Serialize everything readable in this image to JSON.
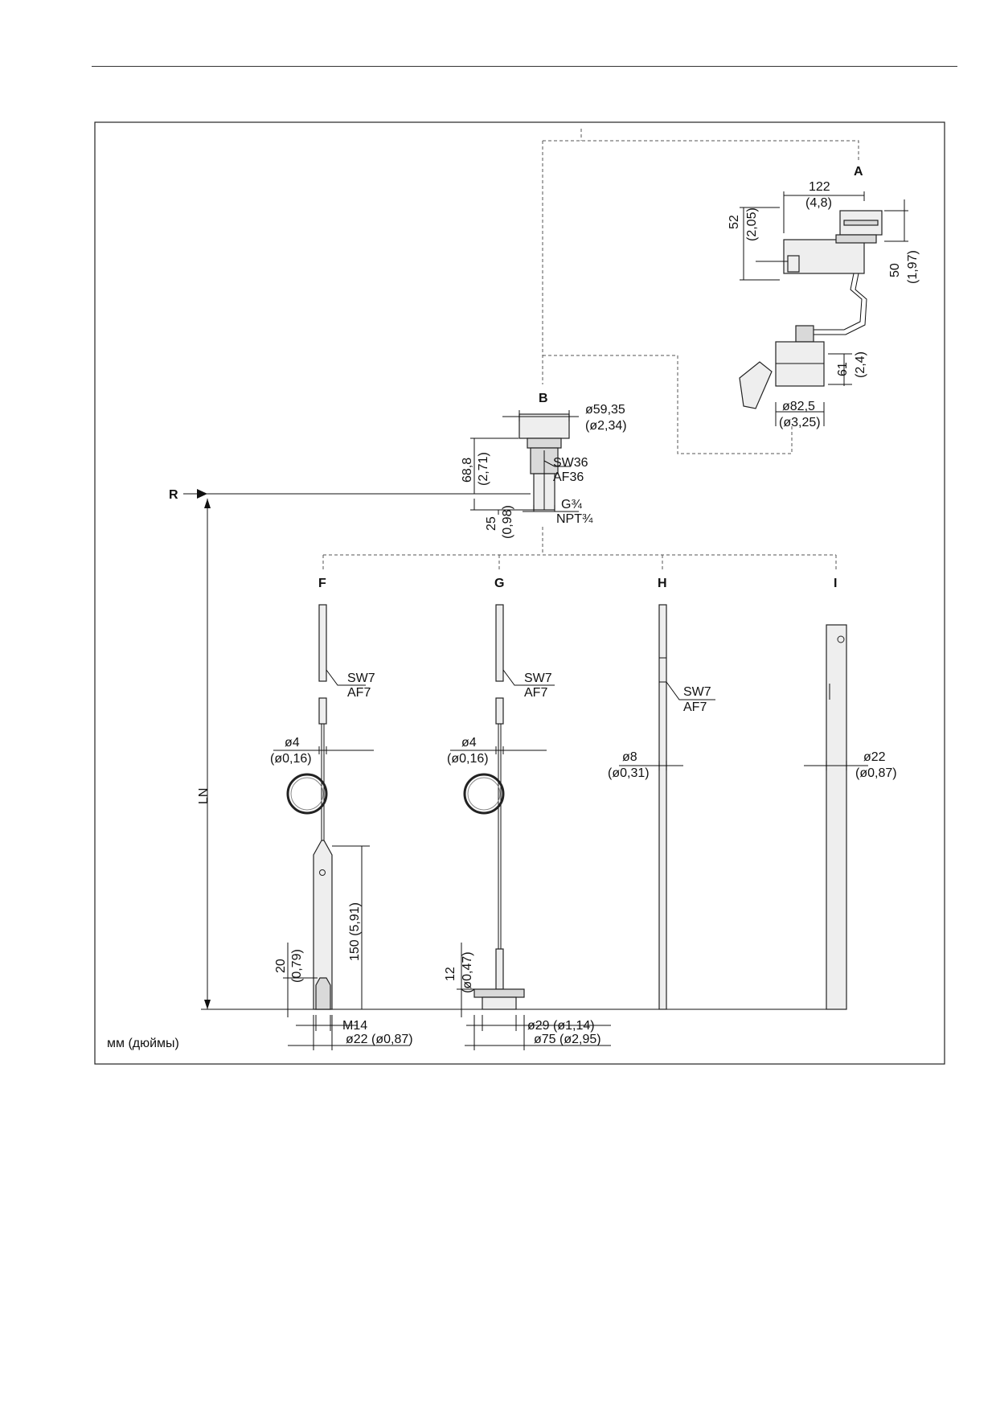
{
  "diagram": {
    "letters": {
      "A": "A",
      "B": "B",
      "R": "R",
      "F": "F",
      "G": "G",
      "H": "H",
      "I": "I",
      "LN": "LN"
    },
    "units": "мм (дюймы)",
    "dims": {
      "a_122": "122",
      "a_122_in": "(4,8)",
      "a_52": "52",
      "a_52_in": "(2,05)",
      "a_50": "50",
      "a_50_in": "(1,97)",
      "a_61": "61",
      "a_61_in": "(2,4)",
      "a_825": "ø82,5",
      "a_825_in": "(ø3,25)",
      "b_5935": "ø59,35",
      "b_5935_in": "(ø2,34)",
      "b_688": "68,8",
      "b_688_in": "(2,71)",
      "b_sw36": "SW36",
      "b_af36": "AF36",
      "b_25": "25",
      "b_25_in": "(0,98)",
      "b_g34": "G¾",
      "b_npt34": "NPT¾",
      "f_sw7": "SW7",
      "f_af7": "AF7",
      "f_d4": "ø4",
      "f_d4_in": "(ø0,16)",
      "f_150": "150 (5,91)",
      "f_20": "20",
      "f_20_in": "(0,79)",
      "f_m14": "M14",
      "f_d22": "ø22 (ø0,87)",
      "g_sw7": "SW7",
      "g_af7": "AF7",
      "g_d4": "ø4",
      "g_d4_in": "(ø0,16)",
      "g_12": "12",
      "g_12_in": "(ø0,47)",
      "g_d29": "ø29 (ø1,14)",
      "g_d75": "ø75 (ø2,95)",
      "h_sw7": "SW7",
      "h_af7": "AF7",
      "h_d8": "ø8",
      "h_d8_in": "(ø0,31)",
      "i_d22": "ø22",
      "i_d22_in": "(ø0,87)"
    }
  }
}
